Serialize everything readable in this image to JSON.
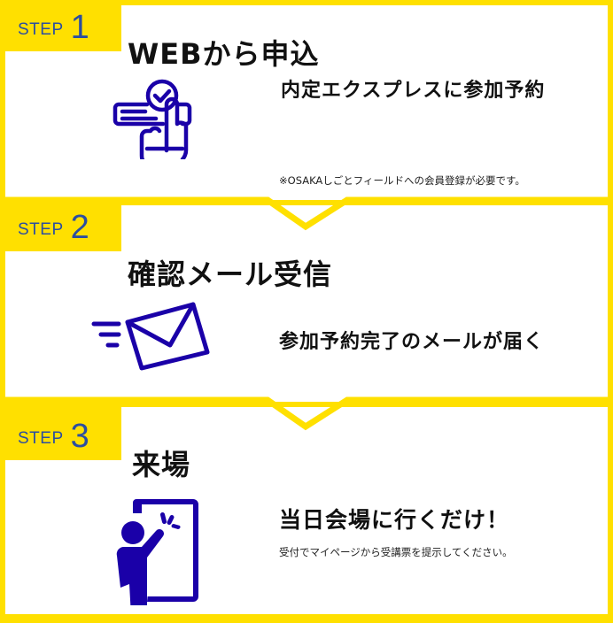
{
  "colors": {
    "frame": "#FFE000",
    "step_label": "#2B4EA0",
    "icon": "#1A00A8",
    "text": "#111111"
  },
  "steps": [
    {
      "step_label": "STEP",
      "number": "1",
      "title": "WEBから申込",
      "lead": "内定エクスプレスに参加予約",
      "note": "※OSAKAしごとフィールドへの会員登録が必要です。",
      "icon": "hand-tap-checkmark-icon"
    },
    {
      "step_label": "STEP",
      "number": "2",
      "title": "確認メール受信",
      "lead": "参加予約完了のメールが届く",
      "note": "",
      "icon": "sending-envelope-icon"
    },
    {
      "step_label": "STEP",
      "number": "3",
      "title": "来場",
      "lead": "当日会場に行くだけ！",
      "note": "受付でマイページから受講票を提示してください。",
      "icon": "person-at-door-icon"
    }
  ]
}
